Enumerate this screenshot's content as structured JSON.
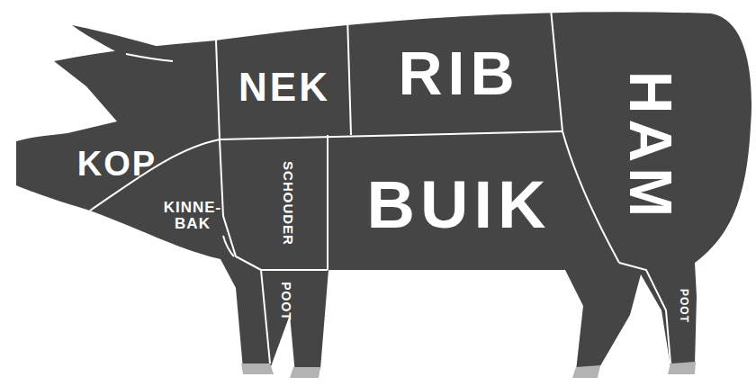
{
  "diagram": {
    "labels": [
      "KOP",
      "NEK",
      "RIB",
      "HAM",
      "KINNE- BAK",
      "SCHOUDER",
      "BUIK",
      "POOT",
      "POOT"
    ]
  }
}
